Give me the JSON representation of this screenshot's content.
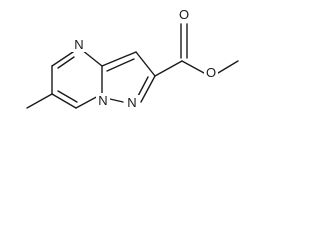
{
  "molecule": {
    "atoms": {
      "n_top": "N",
      "n_bridge": "N",
      "n_pyrazole": "N",
      "o_carbonyl": "O",
      "o_ester": "O"
    }
  },
  "colors": {
    "bond": "#1a1a1a",
    "label": "#1a1a1a",
    "background": "#ffffff"
  }
}
